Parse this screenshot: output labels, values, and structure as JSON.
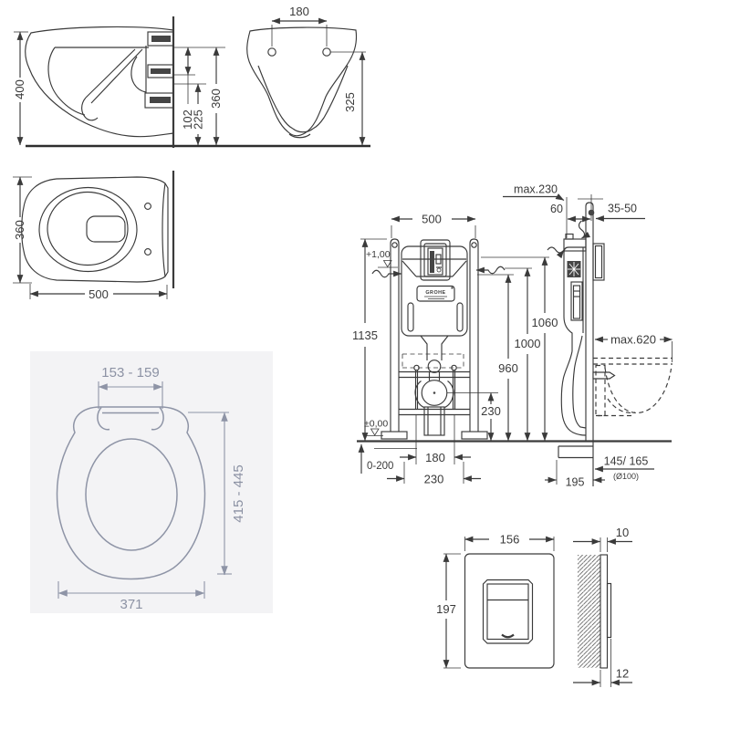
{
  "colors": {
    "ink": "#3a3a3a",
    "seat_ink": "#8e94a6",
    "seat_panel_bg": "#f3f3f5",
    "page_bg": "#ffffff"
  },
  "bowl_side_view": {
    "overall_height": "400",
    "inlet_offset": "102",
    "outlet_height": "225",
    "rim_height": "360"
  },
  "bowl_front_view": {
    "bolt_spacing": "180",
    "mount_height": "325"
  },
  "bowl_top_view": {
    "width": "360",
    "depth": "500"
  },
  "seat_view": {
    "hinge_spacing": "153 - 159",
    "depth_range": "415 - 445",
    "width": "371"
  },
  "frame_front_view": {
    "width": "500",
    "height": "1135",
    "level_top": "+1,00",
    "level_floor": "±0,00",
    "dim_960": "960",
    "dim_1000": "1000",
    "dim_1060": "1060",
    "drain_center_height": "230",
    "rod_spacing": "180",
    "anchor_spacing": "230",
    "floor_buildup": "0-200",
    "brand": "GROHE"
  },
  "frame_side_view": {
    "max_depth": "max.230",
    "bracket_offset": "60",
    "wall_thickness": "35-50",
    "max_reach": "max.620",
    "outlet_offset": "145/ 165",
    "outlet_pipe": "(Ø100)",
    "pipe_offset": "195"
  },
  "flush_plate_view": {
    "width": "156",
    "height": "197",
    "plate_thickness": "10",
    "total_depth": "12"
  }
}
